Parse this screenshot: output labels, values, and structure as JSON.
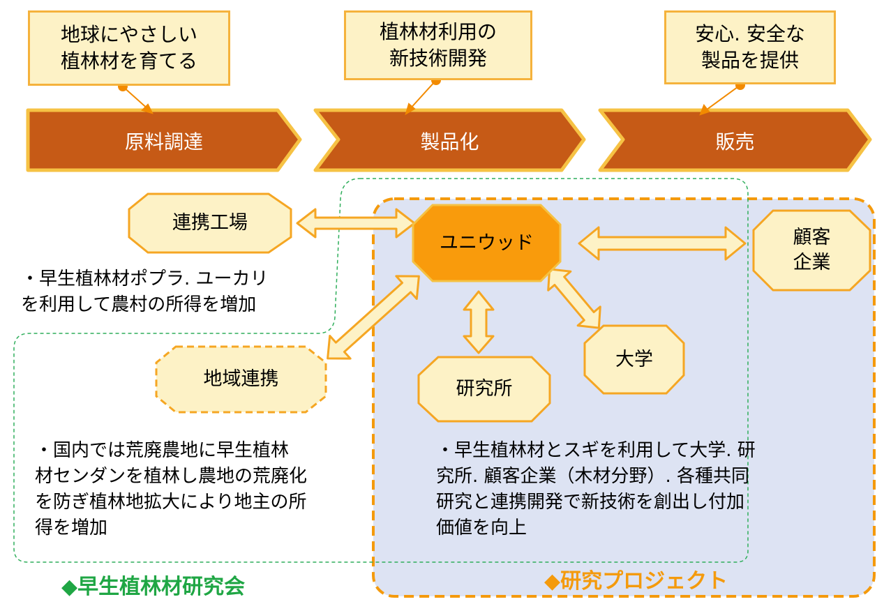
{
  "colors": {
    "chevron": "#c65a16",
    "chevron_border": "#f6c244",
    "goal_fill": "#fdf2c6",
    "goal_border": "#f5b23c",
    "node_fill": "#fdf2c6",
    "node_border": "#f5a623",
    "center_fill": "#f99b0c",
    "project_fill": "#dde3f3",
    "project_border": "#f49a0c",
    "association_border": "#2fae5b"
  },
  "goals": [
    {
      "text": "地球にやさしい\n植林材を育てる"
    },
    {
      "text": "植林材利用の\n新技術開発"
    },
    {
      "text": "安心. 安全な\n製品を提供"
    }
  ],
  "stages": [
    {
      "label": "原料調達"
    },
    {
      "label": "製品化"
    },
    {
      "label": "販売"
    }
  ],
  "nodes": {
    "renkei_kojo": "連携工場",
    "uniwood": "ユニウッド",
    "kokyaku": "顧客\n企業",
    "chiiki": "地域連携",
    "kenkyujo": "研究所",
    "daigaku": "大学"
  },
  "texts": {
    "poplar": "・早生植林材ポプラ. ユーカリ\nを利用して農村の所得を増加",
    "sendan": "・国内では荒廃農地に早生植林\n材センダンを植林し農地の荒廃化\nを防ぎ植林地拡大により地主の所\n得を増加",
    "project": "・早生植林材とスギを利用して大学. 研\n究所. 顧客企業（木材分野）. 各種共同\n研究と連携開発で新技術を創出し付加\n価値を向上"
  },
  "legend": {
    "association": "◆早生植林材研究会",
    "project": "◆研究プロジェクト"
  }
}
